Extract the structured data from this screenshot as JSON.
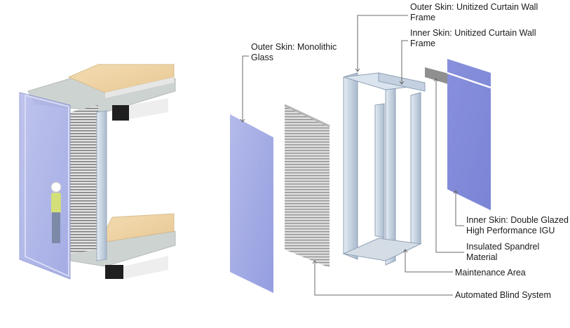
{
  "diagram": {
    "type": "exploded-axonometric",
    "subject": "double skin curtain wall module",
    "colors": {
      "glass_light": "#a9b0e6",
      "glass_dark": "#7d86d8",
      "frame": "#c9d7e8",
      "slab_top": "#f0d4a6",
      "slab_concrete": "#cfd4d2",
      "steel_beam": "#222222",
      "spandrel": "#8e8e8e",
      "leader_line": "#6a6a6a",
      "text": "#1a1a1a"
    },
    "labels": {
      "outer_glass": "Outer Skin: Monolithic\nGlass",
      "outer_frame": "Outer Skin: Unitized Curtain Wall\nFrame",
      "inner_frame": "Inner Skin: Unitized Curtain Wall\nFrame",
      "inner_igu": "Inner Skin: Double Glazed\nHigh Performance IGU",
      "spandrel": "Insulated Spandrel\nMaterial",
      "maintenance": "Maintenance Area",
      "blind": "Automated Blind System"
    }
  }
}
